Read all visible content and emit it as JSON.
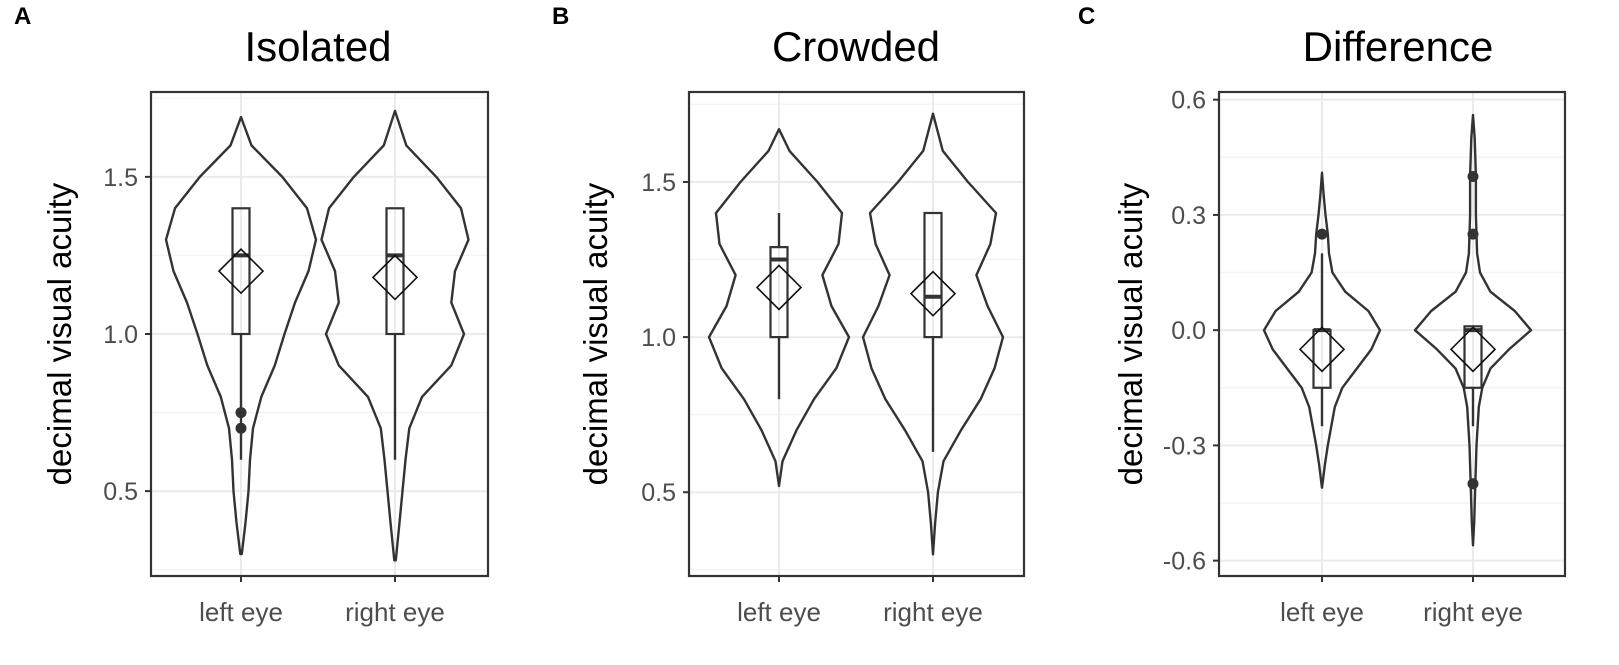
{
  "chart_data": [
    {
      "type": "violin",
      "panel_label": "A",
      "title": "Isolated",
      "xlabel": "",
      "ylabel": "decimal visual acuity",
      "ylim": [
        0.23,
        1.77
      ],
      "yticks": [
        0.5,
        1.0,
        1.5
      ],
      "ytick_labels": [
        "0.5",
        "1.0",
        "1.5"
      ],
      "categories": [
        "left eye",
        "right eye"
      ],
      "grid": true,
      "groups": [
        {
          "category": "left eye",
          "mean": 1.2,
          "box": {
            "q1": 1.0,
            "median": 1.25,
            "q3": 1.4,
            "whisker_low": 0.6,
            "whisker_high": 1.4
          },
          "outliers": [
            0.75,
            0.7
          ],
          "violin": {
            "y": [
              0.3,
              0.4,
              0.5,
              0.6,
              0.7,
              0.8,
              0.9,
              1.0,
              1.1,
              1.2,
              1.3,
              1.4,
              1.5,
              1.6,
              1.69
            ],
            "width": [
              0.01,
              0.06,
              0.1,
              0.12,
              0.16,
              0.27,
              0.45,
              0.58,
              0.72,
              0.9,
              1.0,
              0.88,
              0.55,
              0.14,
              0.0
            ]
          }
        },
        {
          "category": "right eye",
          "mean": 1.18,
          "box": {
            "q1": 1.0,
            "median": 1.25,
            "q3": 1.4,
            "whisker_low": 0.6,
            "whisker_high": 1.4
          },
          "outliers": [],
          "violin": {
            "y": [
              0.28,
              0.4,
              0.5,
              0.6,
              0.7,
              0.8,
              0.9,
              1.0,
              1.1,
              1.2,
              1.3,
              1.4,
              1.5,
              1.6,
              1.71
            ],
            "width": [
              0.01,
              0.06,
              0.1,
              0.14,
              0.19,
              0.36,
              0.75,
              0.92,
              0.75,
              0.8,
              0.98,
              0.88,
              0.55,
              0.15,
              0.0
            ]
          }
        }
      ]
    },
    {
      "type": "violin",
      "panel_label": "B",
      "title": "Crowded",
      "xlabel": "",
      "ylabel": "decimal visual acuity",
      "ylim": [
        0.23,
        1.79
      ],
      "yticks": [
        0.5,
        1.0,
        1.5
      ],
      "ytick_labels": [
        "0.5",
        "1.0",
        "1.5"
      ],
      "categories": [
        "left eye",
        "right eye"
      ],
      "grid": true,
      "groups": [
        {
          "category": "left eye",
          "mean": 1.16,
          "box": {
            "q1": 1.0,
            "median": 1.25,
            "q3": 1.29,
            "whisker_low": 0.8,
            "whisker_high": 1.4
          },
          "outliers": [],
          "violin": {
            "y": [
              0.52,
              0.6,
              0.7,
              0.8,
              0.9,
              1.0,
              1.1,
              1.2,
              1.3,
              1.4,
              1.5,
              1.6,
              1.67
            ],
            "width": [
              0.0,
              0.05,
              0.25,
              0.5,
              0.82,
              1.0,
              0.75,
              0.62,
              0.85,
              0.9,
              0.55,
              0.15,
              0.0
            ]
          }
        },
        {
          "category": "right eye",
          "mean": 1.14,
          "box": {
            "q1": 1.0,
            "median": 1.13,
            "q3": 1.4,
            "whisker_low": 0.63,
            "whisker_high": 1.4
          },
          "outliers": [],
          "violin": {
            "y": [
              0.3,
              0.4,
              0.5,
              0.6,
              0.7,
              0.8,
              0.9,
              1.0,
              1.1,
              1.2,
              1.3,
              1.4,
              1.5,
              1.6,
              1.72
            ],
            "width": [
              0.0,
              0.03,
              0.07,
              0.15,
              0.4,
              0.68,
              0.88,
              1.0,
              0.78,
              0.62,
              0.82,
              0.9,
              0.5,
              0.14,
              0.0
            ]
          }
        }
      ]
    },
    {
      "type": "violin",
      "panel_label": "C",
      "title": "Difference",
      "xlabel": "",
      "ylabel": "decimal visual acuity",
      "ylim": [
        -0.64,
        0.62
      ],
      "yticks": [
        -0.6,
        -0.3,
        0.0,
        0.3,
        0.6
      ],
      "ytick_labels": [
        "-0.6",
        "-0.3",
        "0.0",
        "0.3",
        "0.6"
      ],
      "categories": [
        "left eye",
        "right eye"
      ],
      "grid": true,
      "groups": [
        {
          "category": "left eye",
          "mean": -0.05,
          "box": {
            "q1": -0.15,
            "median": 0.0,
            "q3": 0.0,
            "whisker_low": -0.25,
            "whisker_high": 0.2
          },
          "outliers": [
            0.25
          ],
          "violin": {
            "y": [
              -0.41,
              -0.35,
              -0.3,
              -0.25,
              -0.2,
              -0.15,
              -0.1,
              -0.05,
              0.0,
              0.05,
              0.1,
              0.15,
              0.2,
              0.25,
              0.3,
              0.35,
              0.41
            ],
            "width": [
              0.0,
              0.05,
              0.1,
              0.16,
              0.22,
              0.35,
              0.6,
              0.85,
              1.0,
              0.8,
              0.4,
              0.18,
              0.12,
              0.1,
              0.06,
              0.03,
              0.0
            ]
          }
        },
        {
          "category": "right eye",
          "mean": -0.05,
          "box": {
            "q1": -0.15,
            "median": 0.0,
            "q3": 0.01,
            "whisker_low": -0.25,
            "whisker_high": 0.01
          },
          "outliers": [
            0.4,
            0.25,
            -0.4
          ],
          "violin": {
            "y": [
              -0.56,
              -0.5,
              -0.4,
              -0.3,
              -0.2,
              -0.15,
              -0.1,
              -0.05,
              0.0,
              0.05,
              0.1,
              0.15,
              0.2,
              0.3,
              0.4,
              0.5,
              0.56
            ],
            "width": [
              0.0,
              0.02,
              0.04,
              0.06,
              0.1,
              0.16,
              0.3,
              0.62,
              1.0,
              0.72,
              0.3,
              0.12,
              0.07,
              0.05,
              0.05,
              0.03,
              0.0
            ]
          }
        }
      ]
    }
  ]
}
